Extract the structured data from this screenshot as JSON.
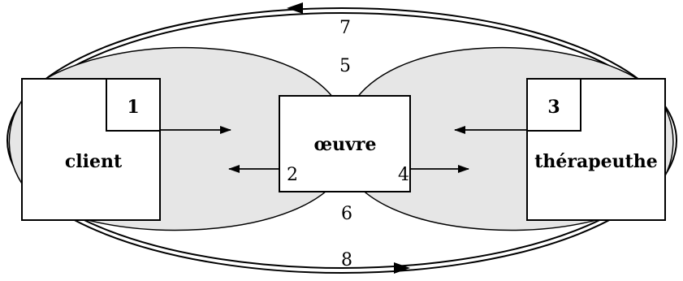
{
  "boxes": {
    "client": "client",
    "oeuvre": "œuvre",
    "therapeute": "thérapeuthe",
    "client_num": "1",
    "therapeute_num": "3"
  },
  "numbers": {
    "n2": "2",
    "n4": "4",
    "n5": "5",
    "n6": "6",
    "n7": "7",
    "n8": "8"
  },
  "colors": {
    "lobe_fill": "#e6e6e6",
    "stroke": "#000000",
    "box_fill": "#ffffff"
  }
}
